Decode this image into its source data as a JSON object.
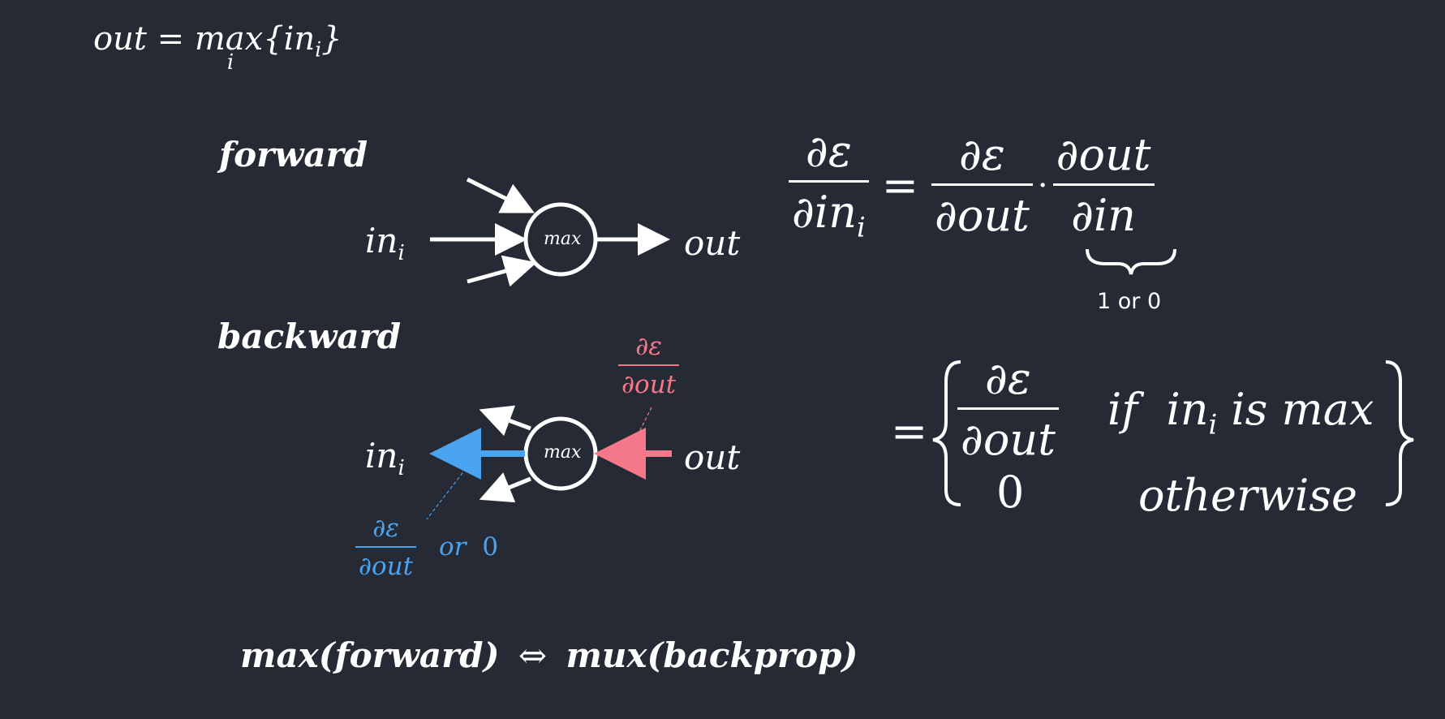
{
  "definition": {
    "lhs": "out",
    "eq": "=",
    "op": "max",
    "op_sub": "i",
    "arg_open": "{in",
    "arg_sub": "i",
    "arg_close": "}"
  },
  "forward": {
    "label": "forward",
    "in": "in",
    "in_sub": "i",
    "node": "max",
    "out": "out"
  },
  "backward": {
    "label": "backward",
    "in": "in",
    "in_sub": "i",
    "node": "max",
    "out": "out",
    "grad_in": {
      "num": "∂ε",
      "den": "∂out"
    },
    "grad_out": {
      "num": "∂ε",
      "den": "∂out",
      "or": "or",
      "zero": "0"
    }
  },
  "chain_rule": {
    "lhs": {
      "num": "∂ε",
      "den": "∂in",
      "den_sub": "i"
    },
    "eq": "=",
    "t1": {
      "num": "∂ε",
      "den": "∂out"
    },
    "dot": "·",
    "t2": {
      "num": "∂out",
      "den": "∂in"
    },
    "brace_note": "1 or 0"
  },
  "cases": {
    "eq": "=",
    "frac": {
      "num": "∂ε",
      "den": "∂out"
    },
    "cond1_if": "if",
    "cond1_in": "in",
    "cond1_sub": "i",
    "cond1_rest": "is max",
    "zero": "0",
    "cond2": "otherwise"
  },
  "summary": {
    "left": "max(forward)",
    "arrow": "⇔",
    "right": "mux(backprop)"
  },
  "colors": {
    "background": "#262a35",
    "foreground": "#ffffff",
    "out_grad": "#f4788a",
    "in_grad": "#4aa3ee"
  }
}
